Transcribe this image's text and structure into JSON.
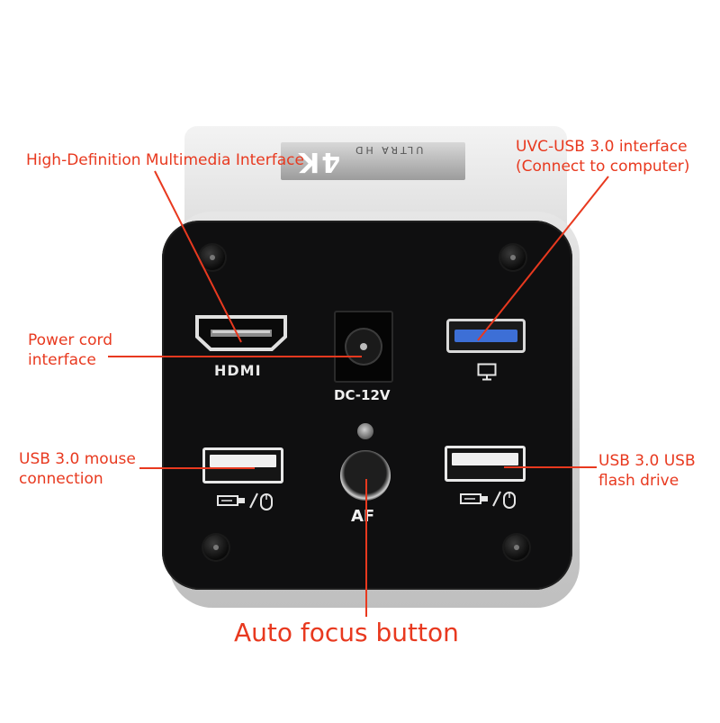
{
  "device": {
    "badge_main": "4K",
    "badge_sub": "ULTRA HD",
    "hdmi_label": "HDMI",
    "dc_label": "DC-12V",
    "af_label": "AF"
  },
  "annotations": {
    "hdmi": "High-Definition Multimedia Interface",
    "uvc": "UVC-USB 3.0 interface\n(Connect to computer)",
    "power": "Power cord\ninterface",
    "usb_mouse": "USB 3.0 mouse\nconnection",
    "usb_flash": "USB 3.0 USB\nflash drive",
    "af": "Auto focus button"
  },
  "colors": {
    "annotation": "#e8391f",
    "plate": "#0f0f10",
    "usb_blue": "#3d6fd6"
  },
  "icons": [
    "monitor-icon",
    "usb-icon",
    "mouse-icon"
  ]
}
